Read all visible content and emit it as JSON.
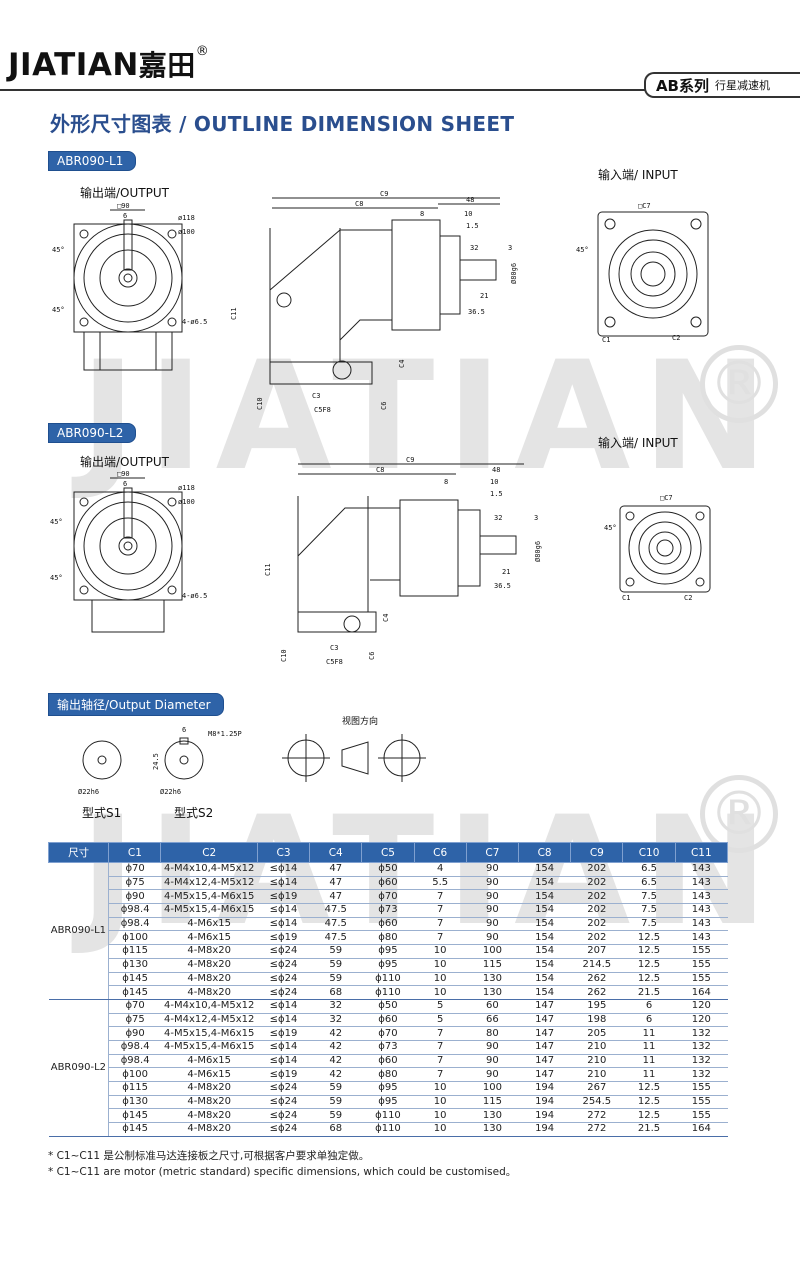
{
  "header": {
    "brand": "JIATIAN",
    "brand_cn": "嘉田",
    "reg": "®",
    "series_big": "AB系列",
    "series_small": "行星减速机"
  },
  "title": "外形尺寸图表 / OUTLINE DIMENSION SHEET",
  "watermark": "JIATIAN",
  "sections": {
    "l1": {
      "tag": "ABR090-L1",
      "output_label": "输出端/OUTPUT",
      "input_label": "输入端/ INPUT"
    },
    "l2": {
      "tag": "ABR090-L2",
      "output_label": "输出端/OUTPUT",
      "input_label": "输入端/ INPUT"
    },
    "shaft": {
      "tag": "输出轴径/Output Diameter",
      "view_dir": "视图方向",
      "s1": "型式S1",
      "s2": "型式S2"
    }
  },
  "dims": {
    "sq90": "□90",
    "d6": "6",
    "d118": "ø118",
    "d100": "ø100",
    "holes": "4-ø6.5",
    "a45": "45°",
    "c9": "C9",
    "c8": "C8",
    "d48": "48",
    "d8": "8",
    "d10": "10",
    "d15": "1.5",
    "d32": "32",
    "d3": "3",
    "d80g6": "Ø80g6",
    "d21": "21",
    "d365": "36.5",
    "c11": "C11",
    "c4": "C4",
    "c10": "C10",
    "c3": "C3",
    "c5f8": "C5F8",
    "c6": "C6",
    "sq_c7": "□C7",
    "c1": "C1",
    "c2": "C2",
    "m8": "M8*1.25P",
    "d245": "24.5",
    "d22h6": "Ø22h6"
  },
  "table": {
    "headers": [
      "尺寸",
      "C1",
      "C2",
      "C3",
      "C4",
      "C5",
      "C6",
      "C7",
      "C8",
      "C9",
      "C10",
      "C11"
    ],
    "groups": [
      {
        "name": "ABR090-L1",
        "rows": [
          [
            "ϕ70",
            "4-M4x10,4-M5x12",
            "≤ϕ14",
            "47",
            "ϕ50",
            "4",
            "90",
            "154",
            "202",
            "6.5",
            "143"
          ],
          [
            "ϕ75",
            "4-M4x12,4-M5x12",
            "≤ϕ14",
            "47",
            "ϕ60",
            "5.5",
            "90",
            "154",
            "202",
            "6.5",
            "143"
          ],
          [
            "ϕ90",
            "4-M5x15,4-M6x15",
            "≤ϕ19",
            "47",
            "ϕ70",
            "7",
            "90",
            "154",
            "202",
            "7.5",
            "143"
          ],
          [
            "ϕ98.4",
            "4-M5x15,4-M6x15",
            "≤ϕ14",
            "47.5",
            "ϕ73",
            "7",
            "90",
            "154",
            "202",
            "7.5",
            "143"
          ],
          [
            "ϕ98.4",
            "4-M6x15",
            "≤ϕ14",
            "47.5",
            "ϕ60",
            "7",
            "90",
            "154",
            "202",
            "7.5",
            "143"
          ],
          [
            "ϕ100",
            "4-M6x15",
            "≤ϕ19",
            "47.5",
            "ϕ80",
            "7",
            "90",
            "154",
            "202",
            "12.5",
            "143"
          ],
          [
            "ϕ115",
            "4-M8x20",
            "≤ϕ24",
            "59",
            "ϕ95",
            "10",
            "100",
            "154",
            "207",
            "12.5",
            "155"
          ],
          [
            "ϕ130",
            "4-M8x20",
            "≤ϕ24",
            "59",
            "ϕ95",
            "10",
            "115",
            "154",
            "214.5",
            "12.5",
            "155"
          ],
          [
            "ϕ145",
            "4-M8x20",
            "≤ϕ24",
            "59",
            "ϕ110",
            "10",
            "130",
            "154",
            "262",
            "12.5",
            "155"
          ],
          [
            "ϕ145",
            "4-M8x20",
            "≤ϕ24",
            "68",
            "ϕ110",
            "10",
            "130",
            "154",
            "262",
            "21.5",
            "164"
          ]
        ]
      },
      {
        "name": "ABR090-L2",
        "rows": [
          [
            "ϕ70",
            "4-M4x10,4-M5x12",
            "≤ϕ14",
            "32",
            "ϕ50",
            "5",
            "60",
            "147",
            "195",
            "6",
            "120"
          ],
          [
            "ϕ75",
            "4-M4x12,4-M5x12",
            "≤ϕ14",
            "32",
            "ϕ60",
            "5",
            "66",
            "147",
            "198",
            "6",
            "120"
          ],
          [
            "ϕ90",
            "4-M5x15,4-M6x15",
            "≤ϕ19",
            "42",
            "ϕ70",
            "7",
            "80",
            "147",
            "205",
            "11",
            "132"
          ],
          [
            "ϕ98.4",
            "4-M5x15,4-M6x15",
            "≤ϕ14",
            "42",
            "ϕ73",
            "7",
            "90",
            "147",
            "210",
            "11",
            "132"
          ],
          [
            "ϕ98.4",
            "4-M6x15",
            "≤ϕ14",
            "42",
            "ϕ60",
            "7",
            "90",
            "147",
            "210",
            "11",
            "132"
          ],
          [
            "ϕ100",
            "4-M6x15",
            "≤ϕ19",
            "42",
            "ϕ80",
            "7",
            "90",
            "147",
            "210",
            "11",
            "132"
          ],
          [
            "ϕ115",
            "4-M8x20",
            "≤ϕ24",
            "59",
            "ϕ95",
            "10",
            "100",
            "194",
            "267",
            "12.5",
            "155"
          ],
          [
            "ϕ130",
            "4-M8x20",
            "≤ϕ24",
            "59",
            "ϕ95",
            "10",
            "115",
            "194",
            "254.5",
            "12.5",
            "155"
          ],
          [
            "ϕ145",
            "4-M8x20",
            "≤ϕ24",
            "59",
            "ϕ110",
            "10",
            "130",
            "194",
            "272",
            "12.5",
            "155"
          ],
          [
            "ϕ145",
            "4-M8x20",
            "≤ϕ24",
            "68",
            "ϕ110",
            "10",
            "130",
            "194",
            "272",
            "21.5",
            "164"
          ]
        ]
      }
    ]
  },
  "notes": [
    "* C1~C11 是公制标准马达连接板之尺寸,可根据客户要求单独定做。",
    "* C1~C11 are motor (metric standard) specific dimensions, which could be customised。"
  ]
}
